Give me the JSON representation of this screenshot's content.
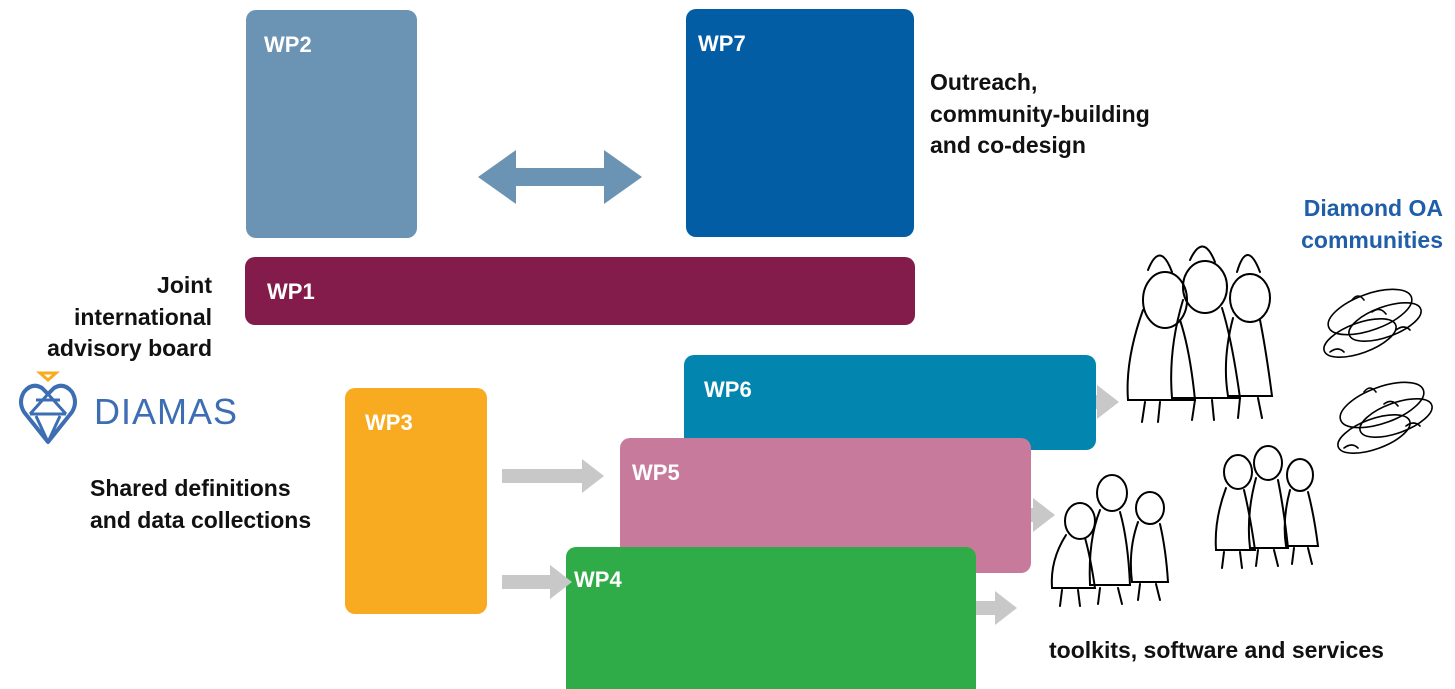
{
  "work_packages": {
    "wp1": "WP1",
    "wp2": "WP2",
    "wp3": "WP3",
    "wp4": "WP4",
    "wp5": "WP5",
    "wp6": "WP6",
    "wp7": "WP7"
  },
  "labels": {
    "outreach": [
      "Outreach,",
      "community-building",
      "and co-design"
    ],
    "advisory": [
      "Joint international",
      "advisory board"
    ],
    "shared": [
      "Shared definitions",
      "and data collections"
    ],
    "toolkits": "toolkits, software and services",
    "diamond": [
      "Diamond OA",
      "communities"
    ]
  },
  "logo": {
    "text": "DIAMAS"
  },
  "colors": {
    "wp1": "#841c4b",
    "wp2": "#6b93b3",
    "wp3": "#f8ab21",
    "wp4": "#2fab48",
    "wp5": "#c87a9d",
    "wp6": "#0285ae",
    "wp7": "#025da5",
    "arrow_double": "#6b93b3",
    "arrow_gray": "#c8c8c8",
    "diamond_text": "#1f5ea8"
  }
}
